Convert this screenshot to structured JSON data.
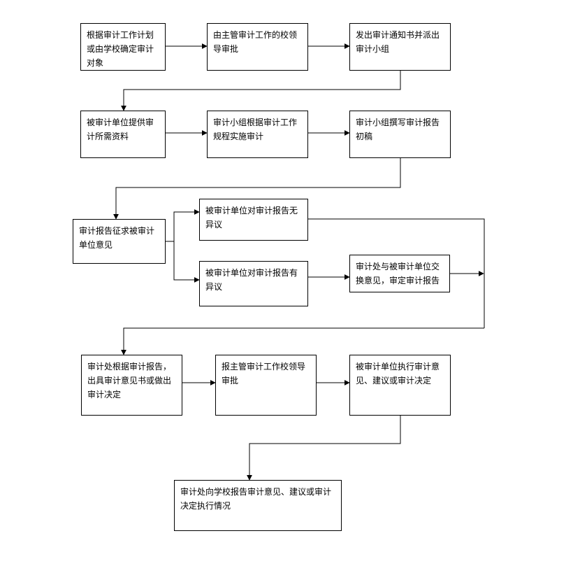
{
  "flowchart": {
    "steps": [
      {
        "id": "s1",
        "label": "根据审计工作计划\n或由学校确定审计\n对象"
      },
      {
        "id": "s2",
        "label": "由主管审计工作的校领\n导审批"
      },
      {
        "id": "s3",
        "label": "发出审计通知书并派出\n审计小组"
      },
      {
        "id": "s4",
        "label": "被审计单位提供审\n计所需资料"
      },
      {
        "id": "s5",
        "label": "审计小组根据审计工作\n规程实施审计"
      },
      {
        "id": "s6",
        "label": "审计小组撰写审计报告\n初稿"
      },
      {
        "id": "s7",
        "label": "审计报告征求被审计\n单位意见"
      },
      {
        "id": "s8",
        "label": "被审计单位对审计报告无\n异议"
      },
      {
        "id": "s9",
        "label": "被审计单位对审计报告有\n异议"
      },
      {
        "id": "s10",
        "label": "审计处与被审计单位交\n换意见，审定审计报告"
      },
      {
        "id": "s11",
        "label": "审计处根据审计报告，\n出具审计意见书或做出\n审计决定"
      },
      {
        "id": "s12",
        "label": "报主管审计工作校领导\n审批"
      },
      {
        "id": "s13",
        "label": "被审计单位执行审计意\n见、建议或审计决定"
      },
      {
        "id": "s14",
        "label": "审计处向学校报告审计意见、建议或审计\n决定执行情况"
      }
    ]
  }
}
